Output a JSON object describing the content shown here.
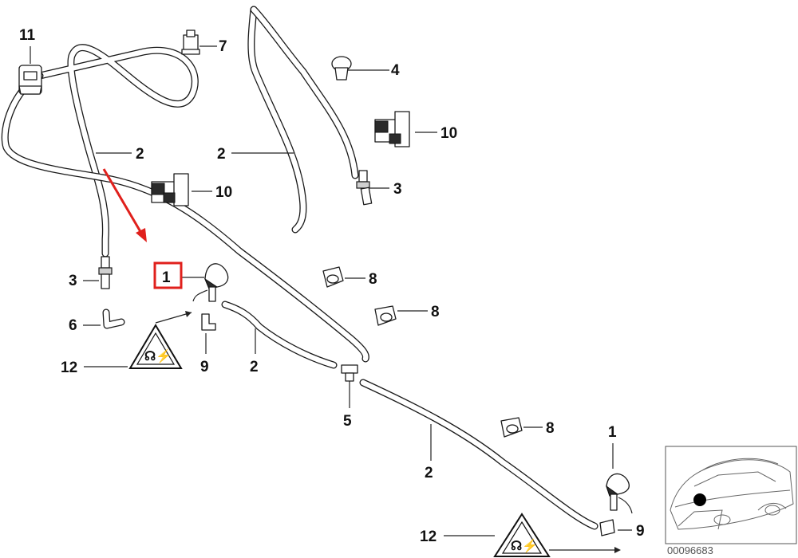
{
  "diagram": {
    "callouts": {
      "c1_top": "1",
      "c1_bottom": "1",
      "c2_a": "2",
      "c2_b": "2",
      "c2_c": "2",
      "c2_d": "2",
      "c3_left": "3",
      "c3_right": "3",
      "c4": "4",
      "c5": "5",
      "c6": "6",
      "c7": "7",
      "c8_a": "8",
      "c8_b": "8",
      "c8_c": "8",
      "c9_left": "9",
      "c9_right": "9",
      "c10_upper": "10",
      "c10_lower": "10",
      "c11": "11",
      "c12_left": "12",
      "c12_right": "12"
    },
    "highlighted_callout": "1",
    "highlight_color": "#e0201c",
    "reference_number": "00096683",
    "inset_marker_color": "#000000"
  }
}
